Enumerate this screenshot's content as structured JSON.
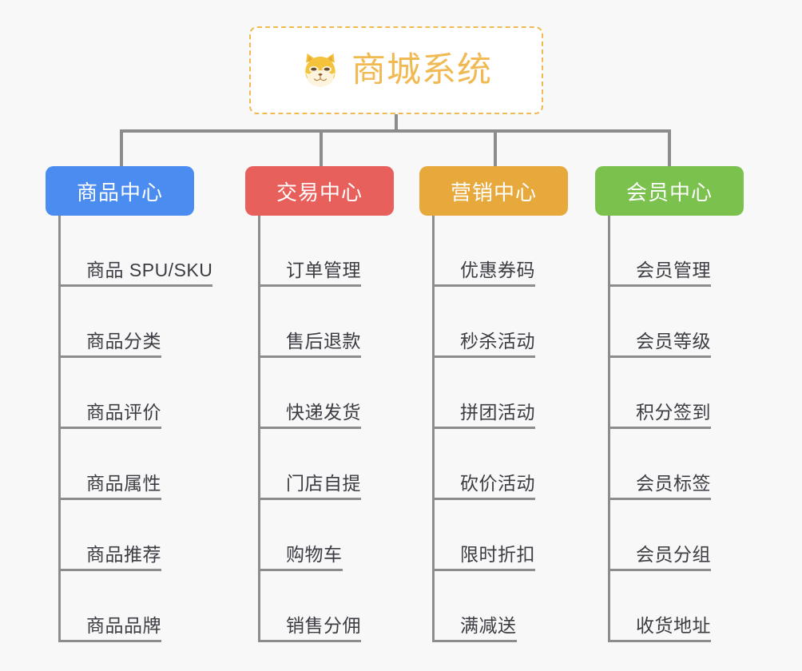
{
  "diagram": {
    "type": "mindmap",
    "title": "商城系统",
    "background_color": "#f8f8f8",
    "line_color": "#8c8c8c",
    "root": {
      "label": "商城系统",
      "icon": "shiba-dog-face-emoji",
      "text_color": "#f0b952",
      "border_color": "#f0b952",
      "border_style": "dashed",
      "background_color": "#ffffff"
    },
    "branches": [
      {
        "label": "商品中心",
        "color": "#4a8cf0",
        "text_color": "#ffffff",
        "items": [
          "商品 SPU/SKU",
          "商品分类",
          "商品评价",
          "商品属性",
          "商品推荐",
          "商品品牌"
        ]
      },
      {
        "label": "交易中心",
        "color": "#e8605c",
        "text_color": "#ffffff",
        "items": [
          "订单管理",
          "售后退款",
          "快递发货",
          "门店自提",
          "购物车",
          "销售分佣"
        ]
      },
      {
        "label": "营销中心",
        "color": "#e8a93c",
        "text_color": "#ffffff",
        "items": [
          "优惠券码",
          "秒杀活动",
          "拼团活动",
          "砍价活动",
          "限时折扣",
          "满减送"
        ]
      },
      {
        "label": "会员中心",
        "color": "#7ac14d",
        "text_color": "#ffffff",
        "items": [
          "会员管理",
          "会员等级",
          "积分签到",
          "会员标签",
          "会员分组",
          "收货地址"
        ]
      }
    ]
  }
}
